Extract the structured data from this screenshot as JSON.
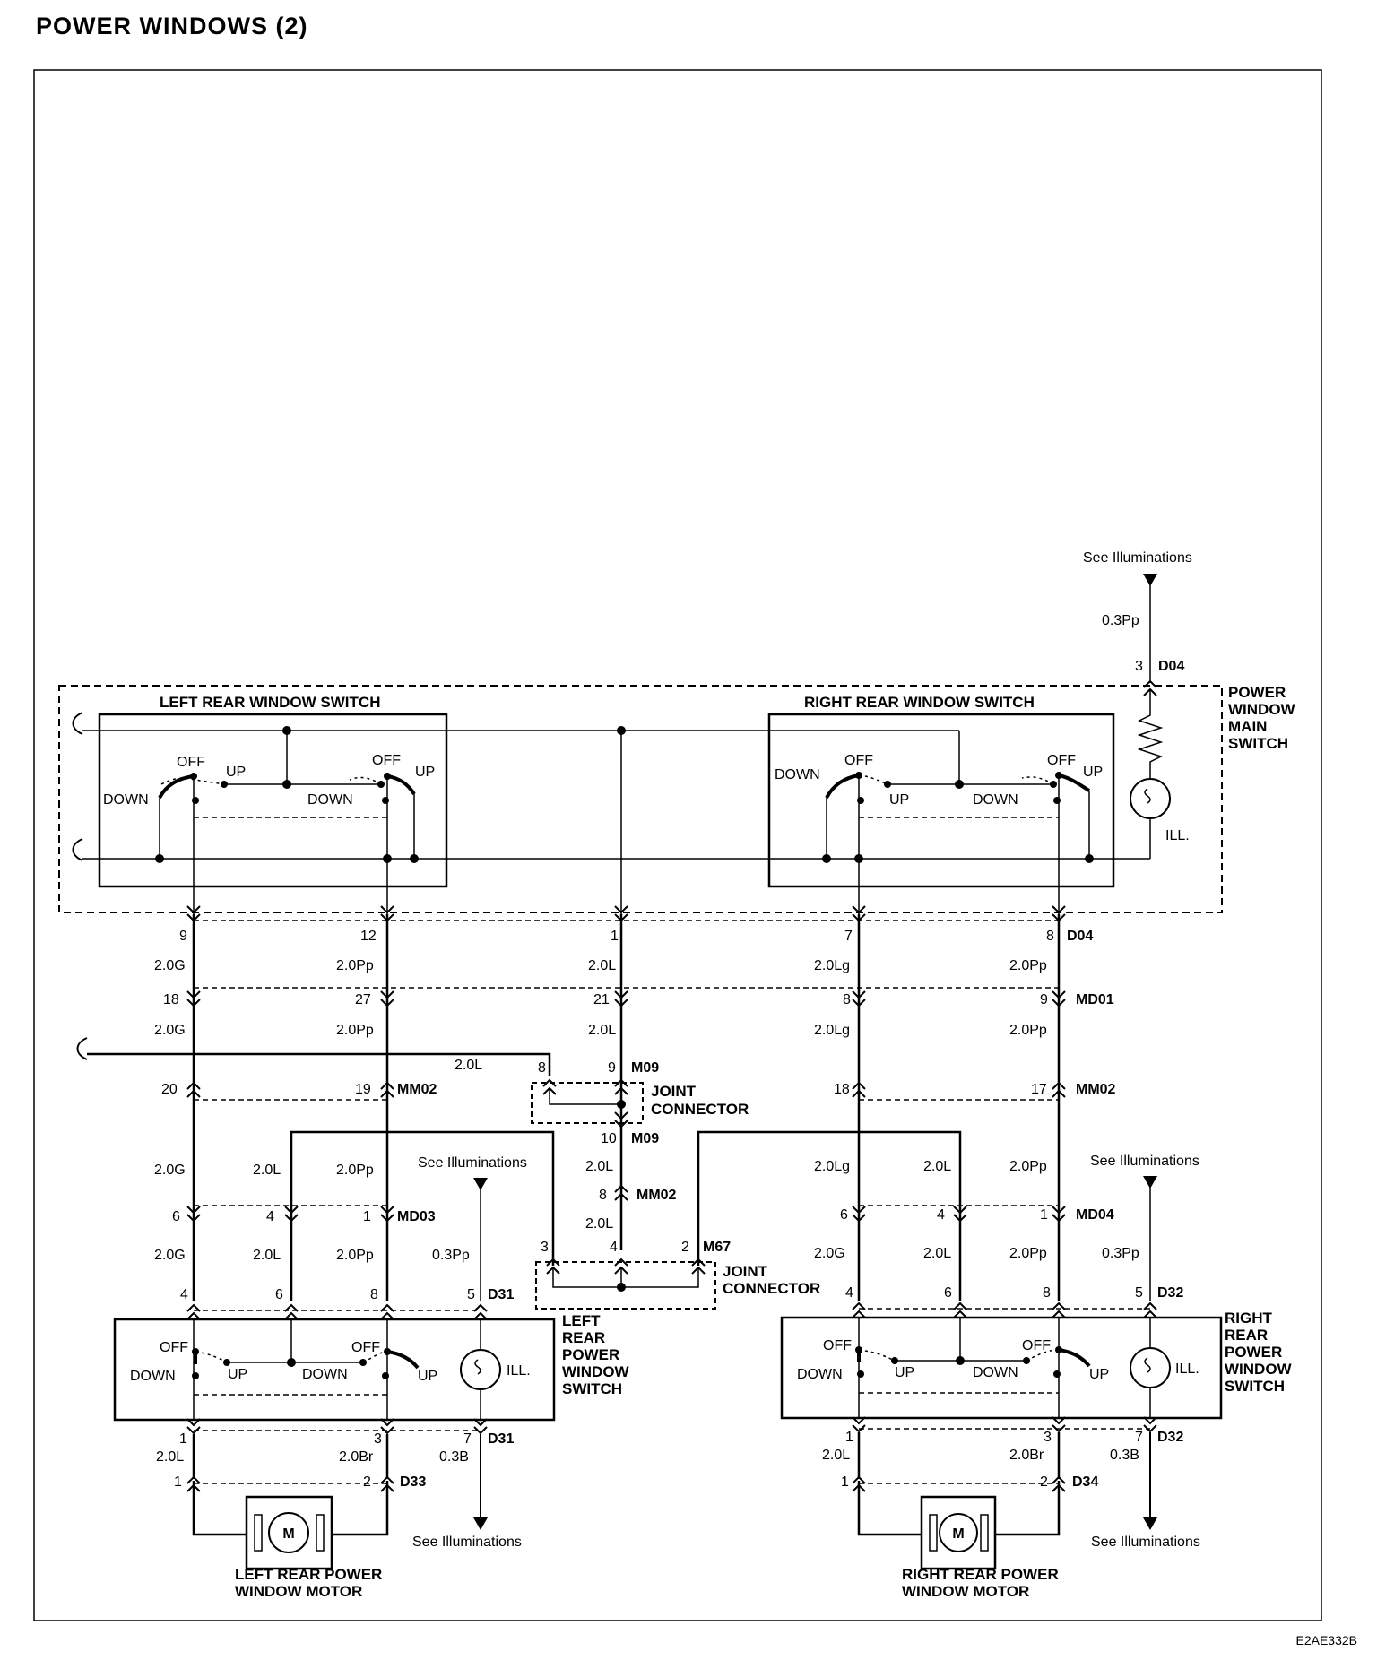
{
  "title": "POWER  WINDOWS (2)",
  "doc_code": "E2AE332B",
  "see_illum": "See Illuminations",
  "components": {
    "left_rear_window_switch": "LEFT REAR WINDOW SWITCH",
    "right_rear_window_switch": "RIGHT REAR WINDOW SWITCH",
    "power_window_main_switch": [
      "POWER",
      "WINDOW",
      "MAIN",
      "SWITCH"
    ],
    "joint_connector": [
      "JOINT",
      "CONNECTOR"
    ],
    "left_rear_power_window_switch": [
      "LEFT",
      "REAR",
      "POWER",
      "WINDOW",
      "SWITCH"
    ],
    "right_rear_power_window_switch": [
      "RIGHT",
      "REAR",
      "POWER",
      "WINDOW",
      "SWITCH"
    ],
    "left_rear_power_window_motor": [
      "LEFT REAR POWER",
      "WINDOW MOTOR"
    ],
    "right_rear_power_window_motor": [
      "RIGHT REAR POWER",
      "WINDOW MOTOR"
    ],
    "motor_symbol": "M",
    "ill": "ILL."
  },
  "switch_positions": {
    "off": "OFF",
    "up": "UP",
    "down": "DOWN"
  },
  "connectors": {
    "D04": "D04",
    "MD01": "MD01",
    "MM02": "MM02",
    "M09": "M09",
    "MD03": "MD03",
    "MD04": "MD04",
    "M67": "M67",
    "D31": "D31",
    "D32": "D32",
    "D33": "D33",
    "D34": "D34"
  },
  "wires": {
    "g": "2.0G",
    "pp": "2.0Pp",
    "l": "2.0L",
    "lg": "2.0Lg",
    "br": "2.0Br",
    "pp03": "0.3Pp",
    "b03": "0.3B"
  },
  "pins": {
    "d04_top": "3",
    "d04_row": [
      "9",
      "12",
      "1",
      "7",
      "8"
    ],
    "md01_row": [
      "18",
      "27",
      "21",
      "8",
      "9"
    ],
    "mm02_row": [
      "20",
      "19",
      "18",
      "17"
    ],
    "m09": [
      "8",
      "9",
      "10"
    ],
    "mm02_mid": "8",
    "md03_row": [
      "6",
      "4",
      "1"
    ],
    "md04_row": [
      "6",
      "4",
      "1"
    ],
    "m67": [
      "3",
      "4",
      "2"
    ],
    "d31_top": [
      "4",
      "6",
      "8",
      "5"
    ],
    "d32_top": [
      "4",
      "6",
      "8",
      "5"
    ],
    "d31_bot": [
      "1",
      "3",
      "7"
    ],
    "d32_bot": [
      "1",
      "3",
      "7"
    ],
    "d33": [
      "1",
      "2"
    ],
    "d34": [
      "1",
      "2"
    ]
  }
}
